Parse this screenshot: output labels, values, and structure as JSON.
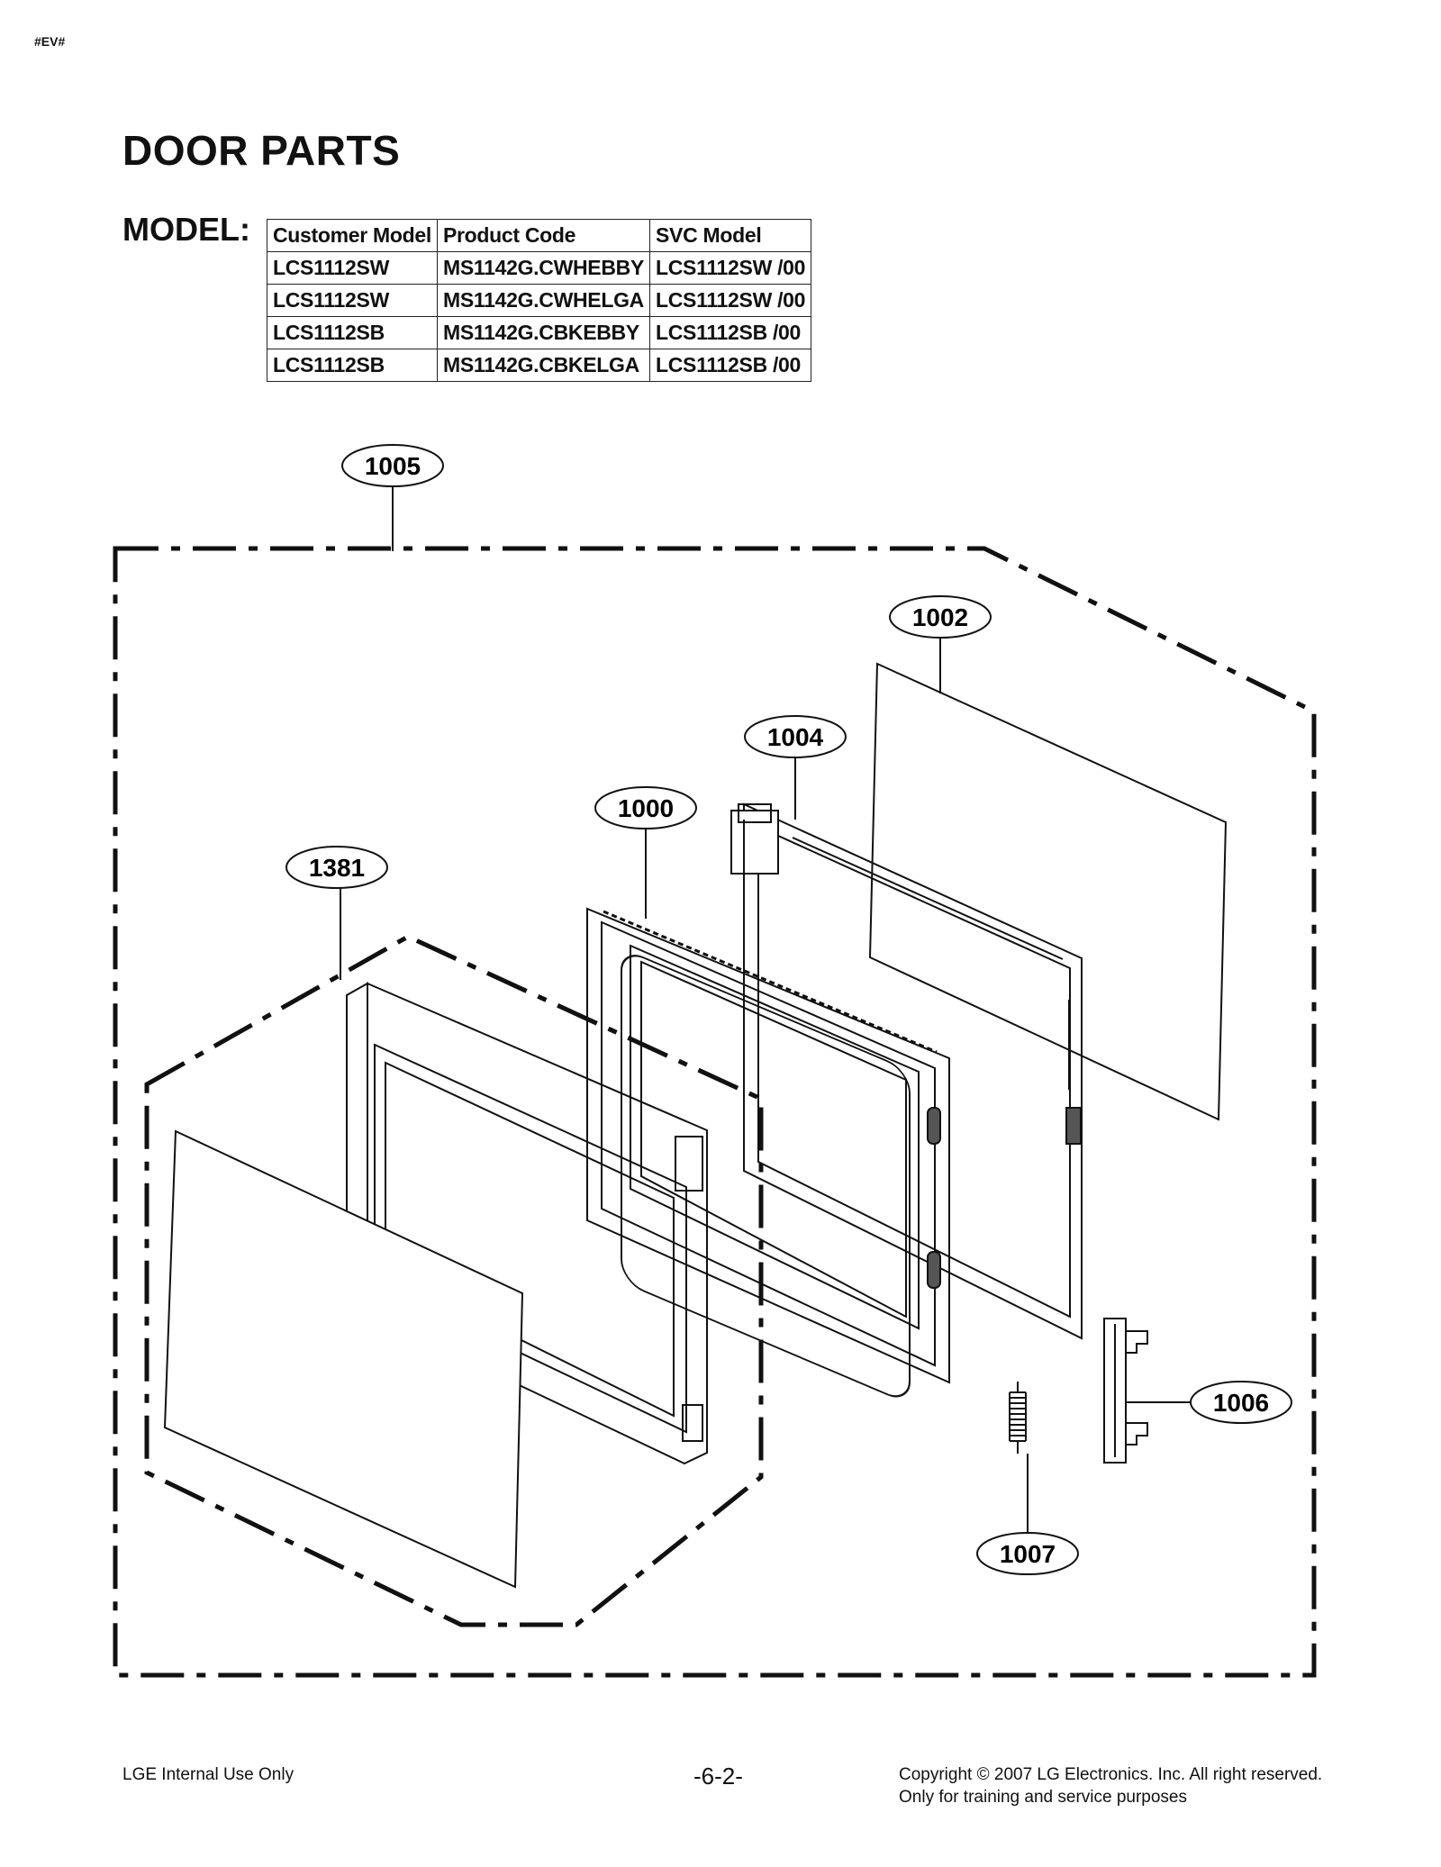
{
  "header": {
    "tag": "#EV#",
    "title": "DOOR PARTS",
    "model_label": "MODEL:"
  },
  "model_table": {
    "headers": [
      "Customer Model",
      "Product Code",
      "SVC Model"
    ],
    "rows": [
      [
        "LCS1112SW",
        "MS1142G.CWHEBBY",
        "LCS1112SW /00"
      ],
      [
        "LCS1112SW",
        "MS1142G.CWHELGA",
        "LCS1112SW /00"
      ],
      [
        "LCS1112SB",
        "MS1142G.CBKEBBY",
        "LCS1112SB /00"
      ],
      [
        "LCS1112SB",
        "MS1142G.CBKELGA",
        "LCS1112SB /00"
      ]
    ]
  },
  "callouts": {
    "c1005": "1005",
    "c1002": "1002",
    "c1004": "1004",
    "c1000": "1000",
    "c1381": "1381",
    "c1006": "1006",
    "c1007": "1007"
  },
  "footer": {
    "left": "LGE Internal Use Only",
    "page": "-6-2-",
    "copyright": "Copyright © 2007 LG Electronics. Inc. All right reserved.",
    "note": "Only for training and service purposes"
  }
}
